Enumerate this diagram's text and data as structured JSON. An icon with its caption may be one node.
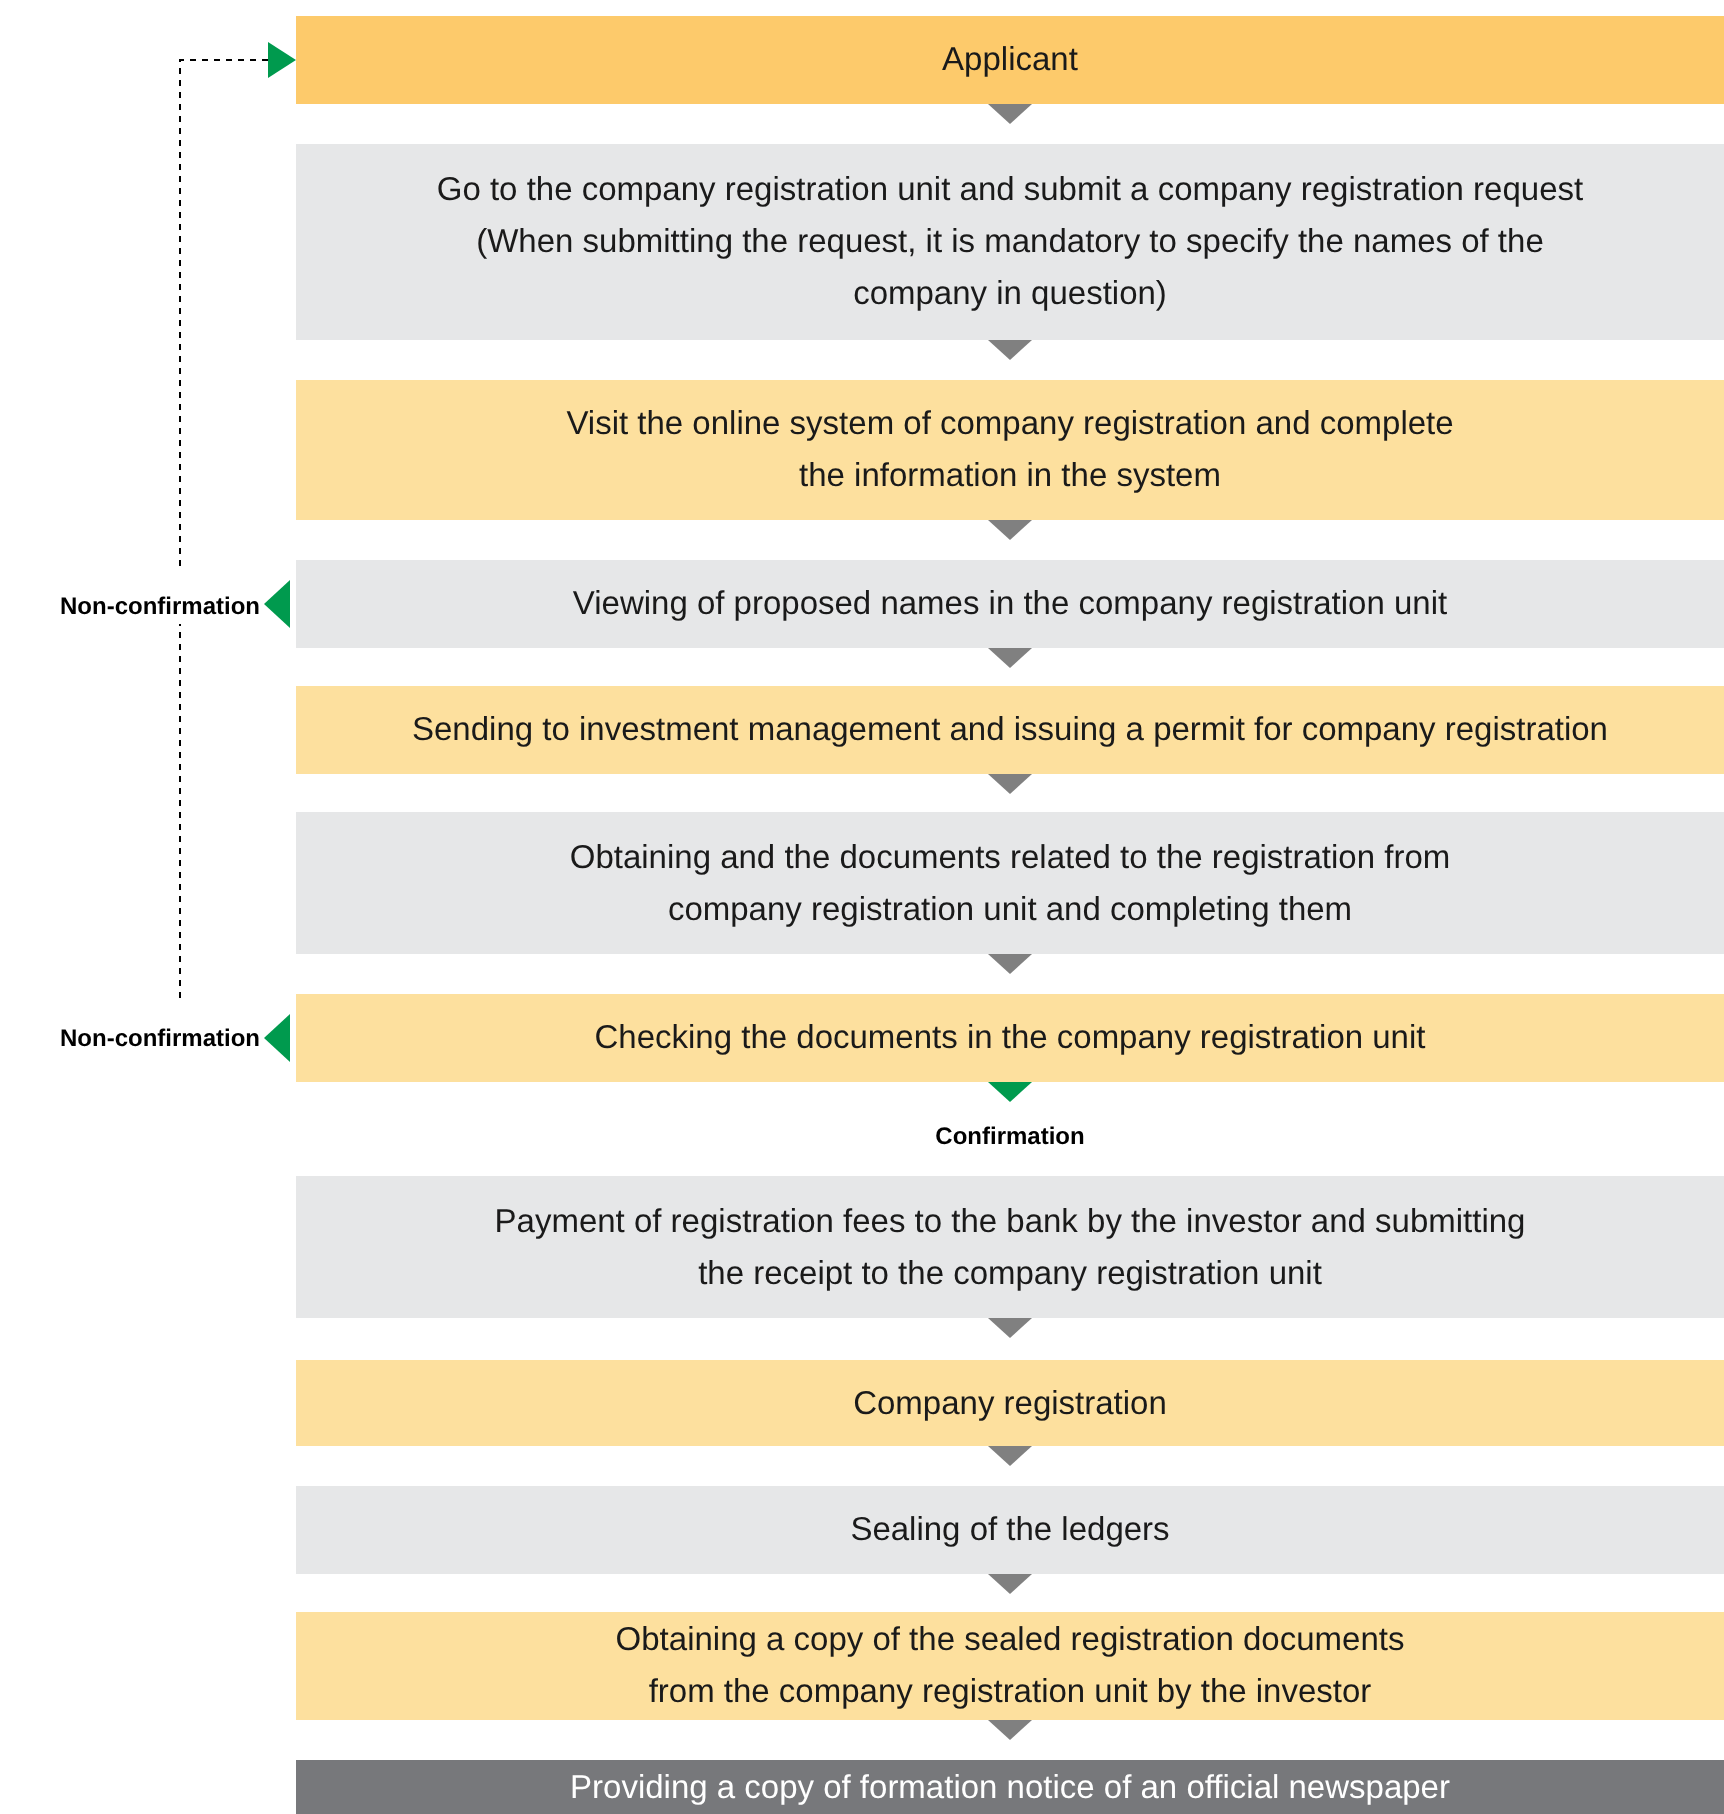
{
  "diagram": {
    "nodes": [
      {
        "text": [
          "Applicant"
        ]
      },
      {
        "text": [
          "Go to the company registration unit and submit a company registration request (When submitting the request, it is mandatory to specify the names of the company in question)"
        ]
      },
      {
        "text": [
          "Visit the online system of company registration and complete the information in the system"
        ]
      },
      {
        "text": [
          "Non-confirmation"
        ]
      },
      {
        "text": [
          "Viewing of proposed names in the company registration unit"
        ]
      },
      {
        "text": [
          "Sending to investment management and issuing a permit for company registration"
        ]
      },
      {
        "text": [
          "Obtaining and the documents related to the registration from company registration unit and completing them"
        ]
      },
      {
        "text": [
          "Non-confirmation"
        ]
      },
      {
        "text": [
          "Checking the documents in the company registration unit"
        ]
      },
      {
        "text": [
          "Payment of registration fees to the bank by the investor and submitting the receipt to the company registration unit"
        ]
      },
      {
        "text": [
          "Company registration"
        ]
      },
      {
        "text": [
          "Sealing of the ledgers"
        ]
      },
      {
        "text": [
          "Obtaining a copy of the sealed registration documents from the company registration unit by the investor"
        ]
      },
      {
        "text": [
          "Providing a copy of formation notice of an official newspaper"
        ]
      }
    ],
    "edges": [
      {
        "from": 0,
        "to": 1,
        "arrow": "to"
      },
      {
        "from": 1,
        "to": 2,
        "arrow": "to"
      },
      {
        "from": 2,
        "to": 4,
        "arrow": "to"
      },
      {
        "from": 4,
        "to": 5,
        "arrow": "to"
      },
      {
        "from": 5,
        "to": 6,
        "arrow": "to"
      },
      {
        "from": 6,
        "to": 8,
        "arrow": "to"
      },
      {
        "from": 8,
        "to": 9,
        "arrow": "to",
        "label": "Confirmation",
        "color": "#009a4e"
      },
      {
        "from": 9,
        "to": 10,
        "arrow": "to"
      },
      {
        "from": 10,
        "to": 11,
        "arrow": "to"
      },
      {
        "from": 11,
        "to": 12,
        "arrow": "to"
      },
      {
        "from": 12,
        "to": 13,
        "arrow": "to"
      },
      {
        "from": 4,
        "to": 3,
        "arrow": "to",
        "color": "#009a4e"
      },
      {
        "from": 8,
        "to": 7,
        "arrow": "to",
        "color": "#009a4e"
      },
      {
        "from": 7,
        "to": 3,
        "arrow": "none",
        "style": "dashed",
        "color": "#000000"
      },
      {
        "from": 3,
        "to": 0,
        "arrow": "to",
        "style": "dashed",
        "color": "#000000"
      }
    ]
  }
}
